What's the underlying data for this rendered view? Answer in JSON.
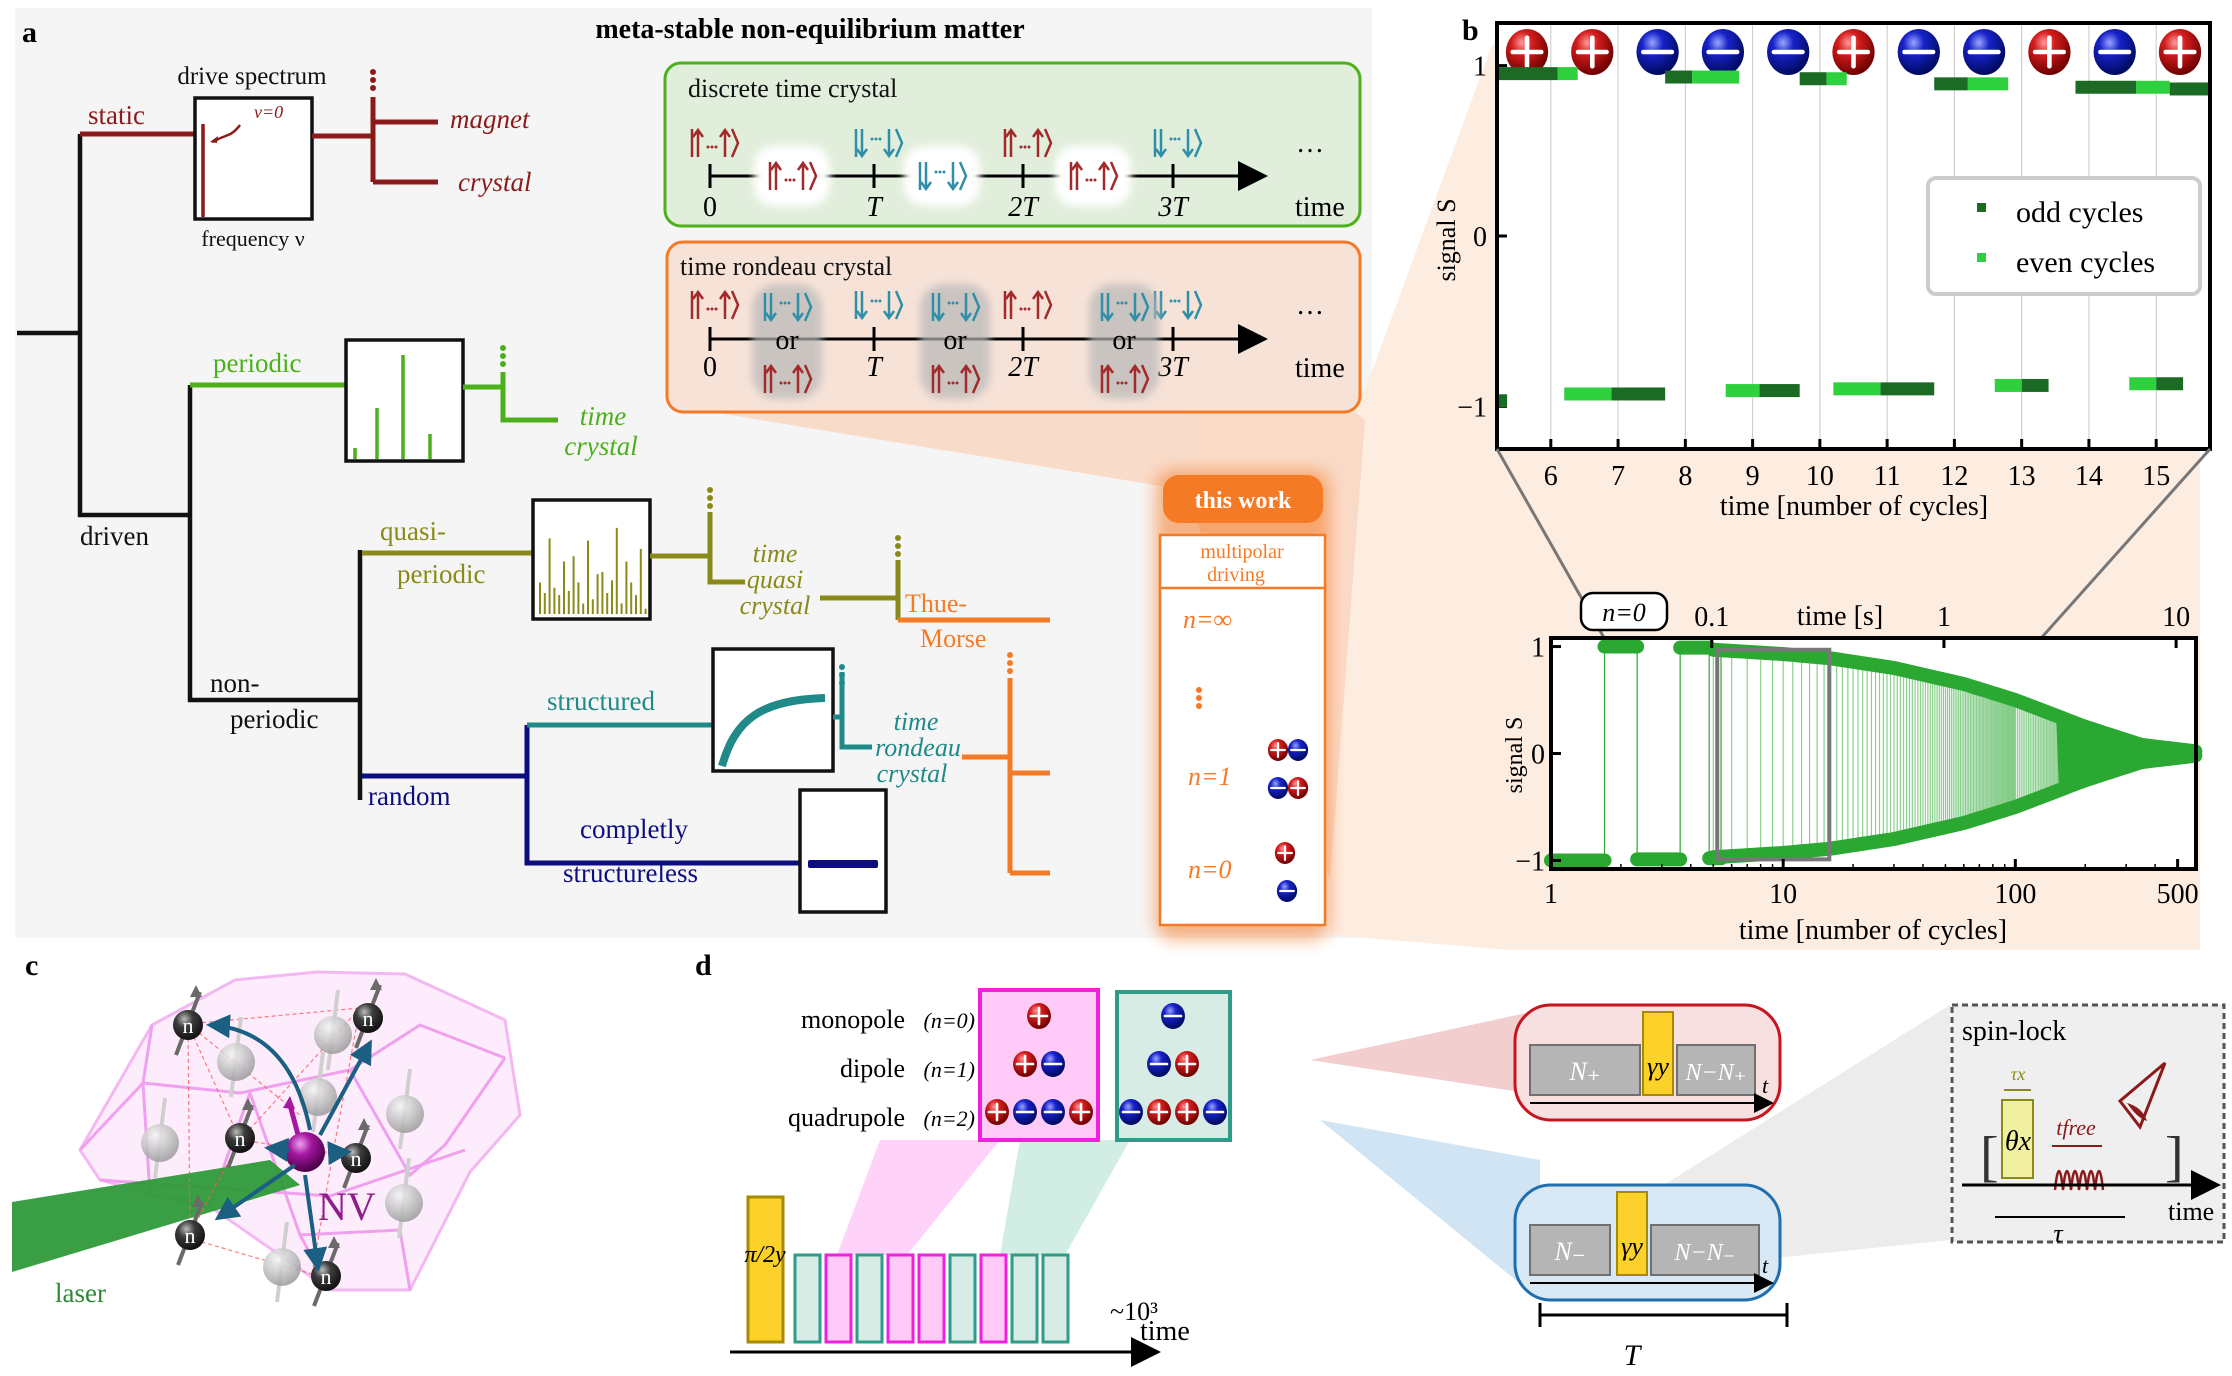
{
  "panel_labels": {
    "a": "a",
    "b": "b",
    "c": "c",
    "d": "d"
  },
  "panel_a": {
    "title": "meta-stable non-equilibrium matter",
    "spectrum_label_top": "drive spectrum",
    "spectrum_label_bottom": "frequency ν",
    "nu_zero": "ν=0",
    "branches": {
      "static": "static",
      "driven": "driven",
      "periodic": "periodic",
      "non_periodic": [
        "non-",
        "periodic"
      ],
      "quasi_periodic": [
        "quasi-",
        "periodic"
      ],
      "random": "random",
      "structured": "structured",
      "structureless": [
        "completly",
        "structureless"
      ]
    },
    "phases": {
      "magnet": "magnet",
      "crystal": "crystal",
      "time_crystal": [
        "time",
        "crystal"
      ],
      "time_quasi_crystal": [
        "time",
        "quasi",
        "crystal"
      ],
      "thue_morse": [
        "Thue-",
        "Morse"
      ],
      "time_rondeau_crystal": [
        "time",
        "rondeau",
        "crystal"
      ]
    },
    "this_work": {
      "title": "this work",
      "header": [
        "multipolar",
        "driving"
      ],
      "levels": [
        "n=∞",
        "n=1",
        "n=0"
      ]
    },
    "dtc_box": {
      "title": "discrete time crystal",
      "ticks": [
        "0",
        "T",
        "2T",
        "3T"
      ],
      "axis_label": "time",
      "ellipsis": "…"
    },
    "trc_box": {
      "title": "time rondeau crystal",
      "ticks": [
        "0",
        "T",
        "2T",
        "3T"
      ],
      "axis_label": "time",
      "or_label": "or",
      "ellipsis": "…"
    },
    "colors": {
      "static": "#8b1a1a",
      "periodic": "#4cb01c",
      "quasi": "#8a8a1a",
      "structured": "#1f8a88",
      "random": "#0d0d80",
      "orange": "#f57a26",
      "spin_up": "#a32a2a",
      "spin_down": "#2f8fa8"
    }
  },
  "chart_data": [
    {
      "type": "scatter",
      "panel": "b-top",
      "title": "",
      "xlabel": "time [number of cycles]",
      "ylabel": "signal S",
      "xlim": [
        5.2,
        15.8
      ],
      "ylim": [
        -1.25,
        1.25
      ],
      "xticks": [
        "6",
        "7",
        "8",
        "9",
        "10",
        "11",
        "12",
        "13",
        "14",
        "15"
      ],
      "yticks": [
        "1",
        "0",
        "−1"
      ],
      "charge_sequence": [
        "+",
        "+",
        "-",
        "-",
        "-",
        "+",
        "-",
        "-",
        "+",
        "-",
        "+"
      ],
      "legend": {
        "position": "center-right",
        "entries": [
          "odd cycles",
          "even cycles"
        ]
      },
      "series": [
        {
          "name": "odd cycles",
          "color": "#1c6b24",
          "segments": [
            [
              5.2,
              6.1,
              0.95
            ],
            [
              5.2,
              5.35,
              -0.97
            ],
            [
              6.9,
              7.7,
              -0.93
            ],
            [
              7.7,
              8.1,
              0.93
            ],
            [
              9.1,
              9.7,
              -0.91
            ],
            [
              9.7,
              10.1,
              0.92
            ],
            [
              10.9,
              11.7,
              -0.9
            ],
            [
              11.7,
              12.2,
              0.89
            ],
            [
              13.0,
              13.4,
              -0.88
            ],
            [
              13.8,
              14.7,
              0.87
            ],
            [
              15.0,
              15.4,
              -0.87
            ],
            [
              15.2,
              15.8,
              0.86
            ]
          ]
        },
        {
          "name": "even cycles",
          "color": "#2ed03e",
          "segments": [
            [
              6.1,
              6.4,
              0.95
            ],
            [
              6.2,
              6.9,
              -0.93
            ],
            [
              8.1,
              8.8,
              0.93
            ],
            [
              8.6,
              9.1,
              -0.91
            ],
            [
              10.1,
              10.4,
              0.92
            ],
            [
              10.2,
              10.9,
              -0.9
            ],
            [
              12.2,
              12.8,
              0.89
            ],
            [
              12.6,
              13.0,
              -0.88
            ],
            [
              14.7,
              15.2,
              0.87
            ],
            [
              14.6,
              15.0,
              -0.87
            ]
          ]
        }
      ]
    },
    {
      "type": "scatter",
      "panel": "b-bottom",
      "annotation": "n=0",
      "xlabel": "time [number of cycles]",
      "ylabel": "signal S",
      "top_axis_label": "time [s]",
      "xscale": "log",
      "xlim": [
        1,
        600
      ],
      "ylim": [
        -1.08,
        1.08
      ],
      "xticks": [
        "1",
        "10",
        "100",
        "500"
      ],
      "top_xticks": [
        "0.1",
        "1",
        "10"
      ],
      "yticks": [
        "1",
        "0",
        "−1"
      ],
      "envelope": {
        "x": [
          1,
          5,
          10,
          16,
          30,
          60,
          100,
          200,
          350,
          600
        ],
        "amplitude": [
          1.0,
          0.97,
          0.93,
          0.89,
          0.8,
          0.65,
          0.5,
          0.25,
          0.08,
          0.02
        ]
      },
      "early_points": [
        {
          "x0": 1.0,
          "x1": 1.7,
          "y": -1.0
        },
        {
          "x0": 1.7,
          "x1": 2.35,
          "y": 1.0
        },
        {
          "x0": 2.35,
          "x1": 3.6,
          "y": -0.99
        },
        {
          "x0": 3.6,
          "x1": 4.8,
          "y": 0.99
        },
        {
          "x0": 4.8,
          "x1": 5.4,
          "y": -0.98
        }
      ],
      "zoom_window": [
        5.2,
        15.8
      ],
      "color": "#2aa832"
    }
  ],
  "panel_c": {
    "nv_label": "NV",
    "nucleus_label": "n",
    "laser_label": "laser"
  },
  "panel_d": {
    "multipoles": [
      {
        "name": "monopole",
        "order": "(n=0)"
      },
      {
        "name": "dipole",
        "order": "(n=1)"
      },
      {
        "name": "quadrupole",
        "order": "(n=2)"
      }
    ],
    "plus_box_rows": [
      [
        "+"
      ],
      [
        "+",
        "-"
      ],
      [
        "+",
        "-",
        "-",
        "+"
      ]
    ],
    "minus_box_rows": [
      [
        "-"
      ],
      [
        "-",
        "+"
      ],
      [
        "-",
        "+",
        "+",
        "-"
      ]
    ],
    "initial_pulse": "π/2y",
    "pulse_sequence": [
      "minus",
      "plus",
      "minus",
      "plus",
      "plus",
      "minus",
      "plus",
      "minus",
      "minus"
    ],
    "repeat_label": "~10³",
    "time_label": "time",
    "plus_block": {
      "left": "N₊",
      "gamma": "γy",
      "right": "N−N₊",
      "axis": "t"
    },
    "minus_block": {
      "left": "N₋",
      "gamma": "γy",
      "right": "N−N₋",
      "axis": "t"
    },
    "period_label": "T",
    "spin_lock": {
      "title": "spin-lock",
      "pulse": "θx",
      "pulse_width": "τx",
      "free_label": "tfree",
      "tau": "τ",
      "time_label": "time"
    },
    "colors": {
      "plus_box": "#ee22dd",
      "minus_box": "#2e9c88",
      "pulse_yellow": "#fcd12a",
      "red_frame": "#c8141e",
      "blue_frame": "#1f6fb0"
    }
  }
}
